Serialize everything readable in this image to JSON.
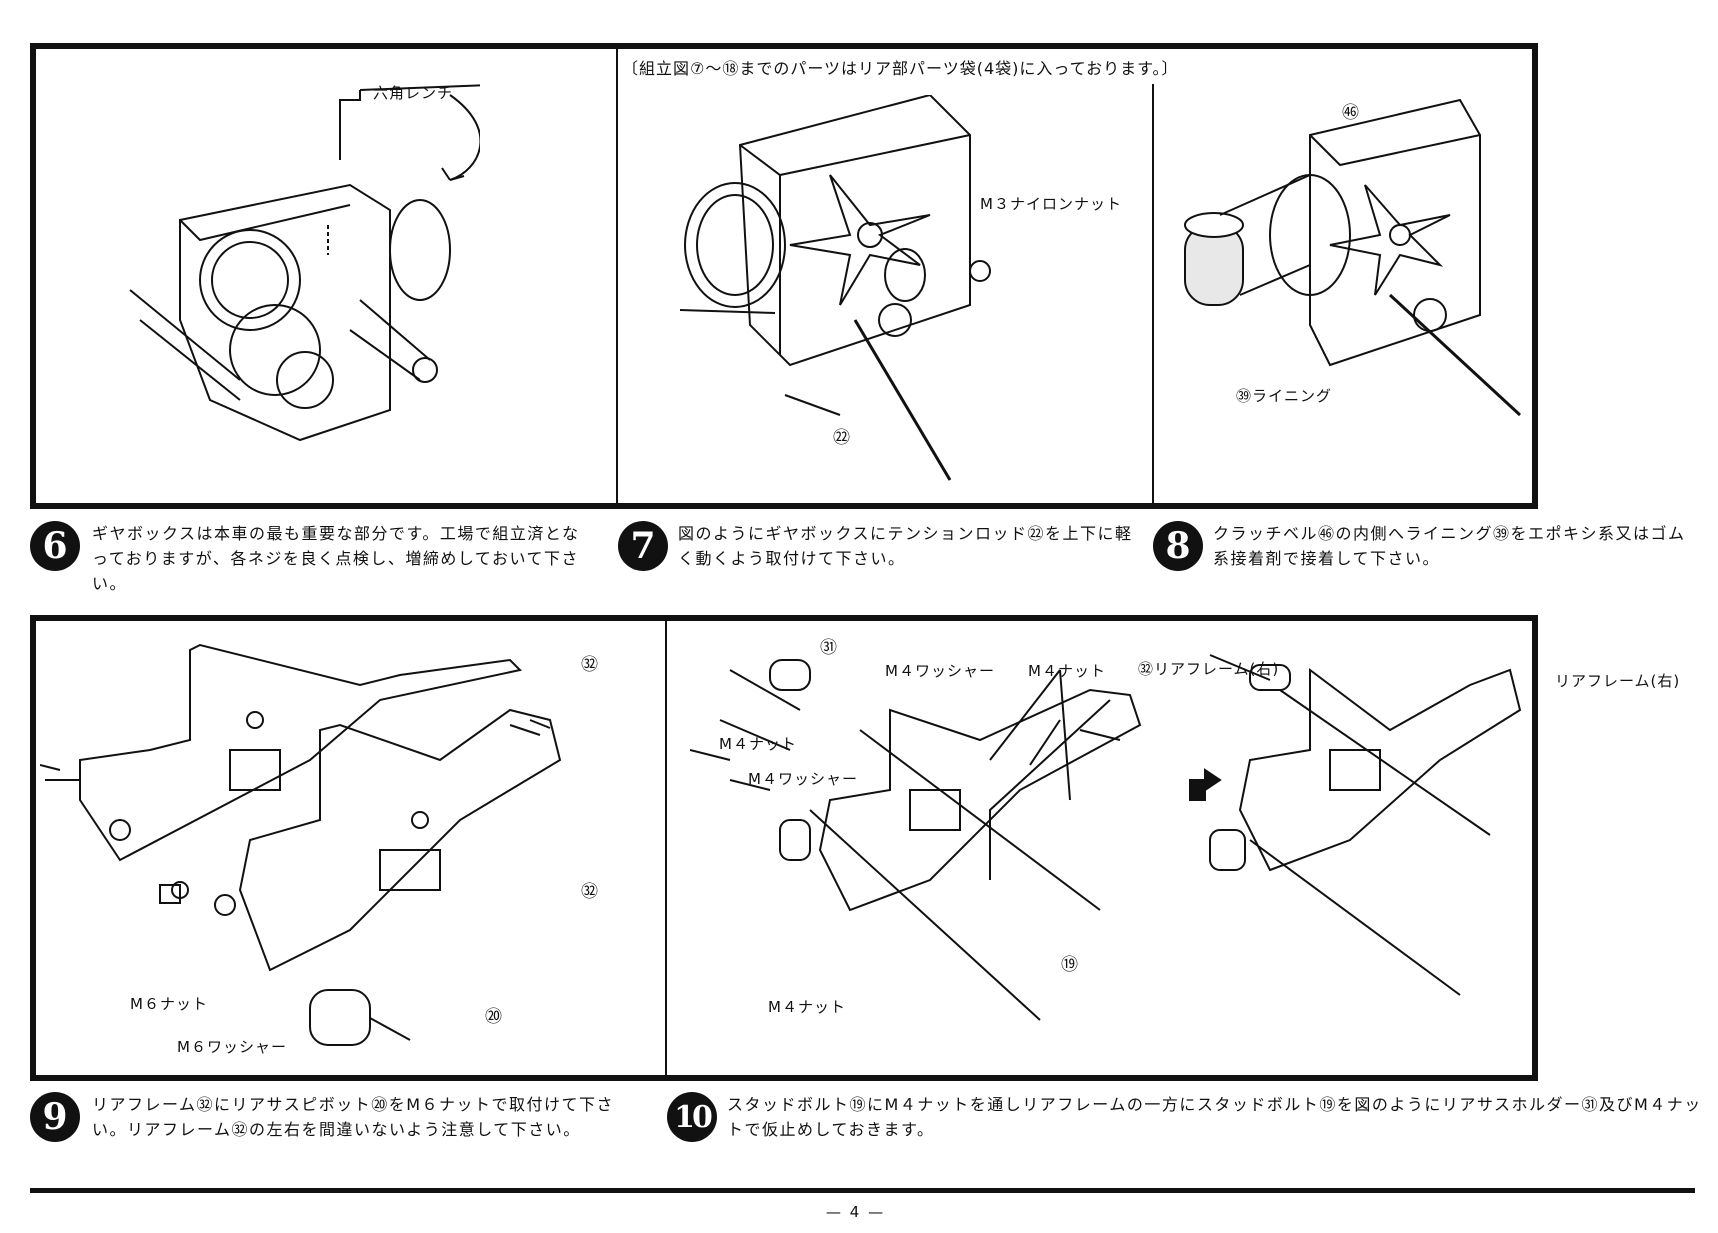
{
  "top_panel": {
    "note": "〔組立図⑦〜⑱までのパーツはリア部パーツ袋(4袋)に入っております。〕",
    "fig6": {
      "hex_wrench": "六角レンチ"
    },
    "fig7": {
      "m3_nylon_nut": "M３ナイロンナット",
      "part22": "㉒"
    },
    "fig8": {
      "part46": "㊻",
      "part39_lining": "㊴ライニング"
    }
  },
  "steps_top": [
    {
      "number": "6",
      "text": "ギヤボックスは本車の最も重要な部分です。工場で組立済となっておりますが、各ネジを良く点検し、増締めしておいて下さい。"
    },
    {
      "number": "7",
      "text": "図のようにギヤボックスにテンションロッド㉒を上下に軽く動くよう取付けて下さい。"
    },
    {
      "number": "8",
      "text": "クラッチベル㊻の内側へライニング㊴をエポキシ系又はゴム系接着剤で接着して下さい。"
    }
  ],
  "bottom_panel": {
    "fig9": {
      "part32_a": "㉜",
      "part32_b": "㉜",
      "part20": "⑳",
      "m6_nut": "M６ナット",
      "m6_washer": "M６ワッシャー"
    },
    "fig10": {
      "part31": "㉛",
      "m4_washer_top": "M４ワッシャー",
      "m4_nut_top": "M４ナット",
      "part32_rear_frame_right": "㉜リアフレーム(右)",
      "m4_nut_left": "M４ナット",
      "m4_washer_left": "M４ワッシャー",
      "part19": "⑲",
      "m4_nut_bottom": "M４ナット",
      "rear_frame_right": "リアフレーム(右)"
    }
  },
  "steps_bottom": [
    {
      "number": "9",
      "text": "リアフレーム㉜にリアサスピボット⑳をM６ナットで取付けて下さい。リアフレーム㉜の左右を間違いないよう注意して下さい。"
    },
    {
      "number": "10",
      "text": "スタッドボルト⑲にM４ナットを通しリアフレームの一方にスタッドボルト⑲を図のようにリアサスホルダー㉛及びM４ナットで仮止めしておきます。"
    }
  ],
  "page_number": "— 4 —"
}
